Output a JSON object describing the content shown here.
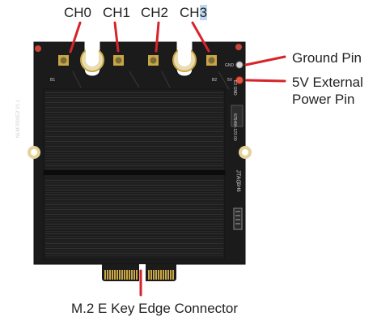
{
  "channels": {
    "ch0": "CH0",
    "ch1": "CH1",
    "ch2": "CH2",
    "ch3_main": "CH",
    "ch3_selected": "3"
  },
  "callouts": {
    "ground_pin": "Ground Pin",
    "power_line1": "5V External",
    "power_line2": "Power Pin",
    "edge_connector": "M.2 E Key Edge Connector"
  },
  "board": {
    "silk_left": "NLM7000E2 V1.1",
    "silk_right_top": "E2 GND",
    "silk_right_mid": "675484-123 00",
    "silk_right_low": "JTAG",
    "silk_right_low2": "SH6",
    "silk_pwr": "5V",
    "silk_gnd": "GND",
    "silk_b1": "B1",
    "silk_b2": "B2"
  },
  "colors": {
    "arrow": "#d6242a",
    "board": "#1a1a1a",
    "heatsink": "#2a2a2a",
    "gold": "#c9a646",
    "text": "#222222"
  }
}
